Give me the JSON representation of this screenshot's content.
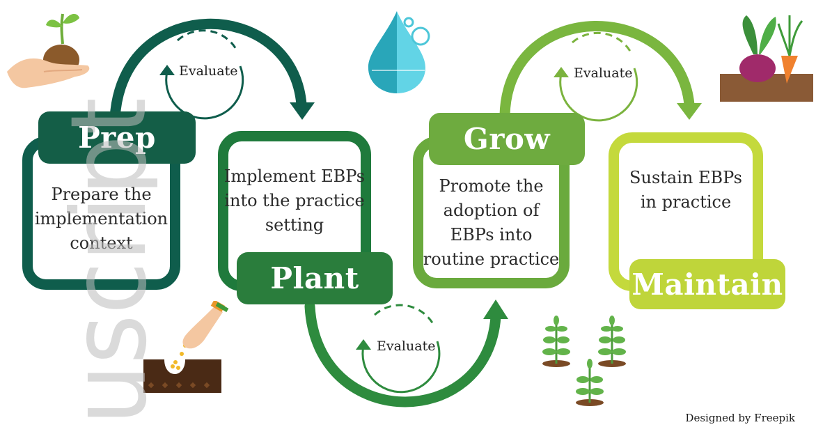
{
  "stages": [
    {
      "title": "Prep",
      "description": "Prepare the\nimplementation\ncontext",
      "color": "#0f5d4c",
      "tab_color": "#145e47"
    },
    {
      "title": "Plant",
      "description": "Implement EBPs\ninto the practice\nsetting",
      "color": "#1f7a3c",
      "tab_color": "#2a7d3c"
    },
    {
      "title": "Grow",
      "description": "Promote the\nadoption of\nEBPs into\nroutine practice",
      "color": "#6aaa3d",
      "tab_color": "#6eab3f"
    },
    {
      "title": "Maintain",
      "description": "Sustain EBPs\nin practice",
      "color": "#c4d93c",
      "tab_color": "#bfd53a"
    }
  ],
  "cycles": [
    {
      "label": "Evaluate",
      "color": "#0f5d4c"
    },
    {
      "label": "Evaluate",
      "color": "#2e8b3e"
    },
    {
      "label": "Evaluate",
      "color": "#7bb33e"
    }
  ],
  "arrow_colors": [
    "#0f5d4c",
    "#2e8b3e",
    "#7ab63f"
  ],
  "watermark": "uscript",
  "credit": "Designed by Freepik",
  "icons": [
    "hand-holding-seedling-icon",
    "water-drop-icon",
    "vegetables-in-soil-icon",
    "hand-planting-seeds-icon",
    "sprouts-icon"
  ]
}
